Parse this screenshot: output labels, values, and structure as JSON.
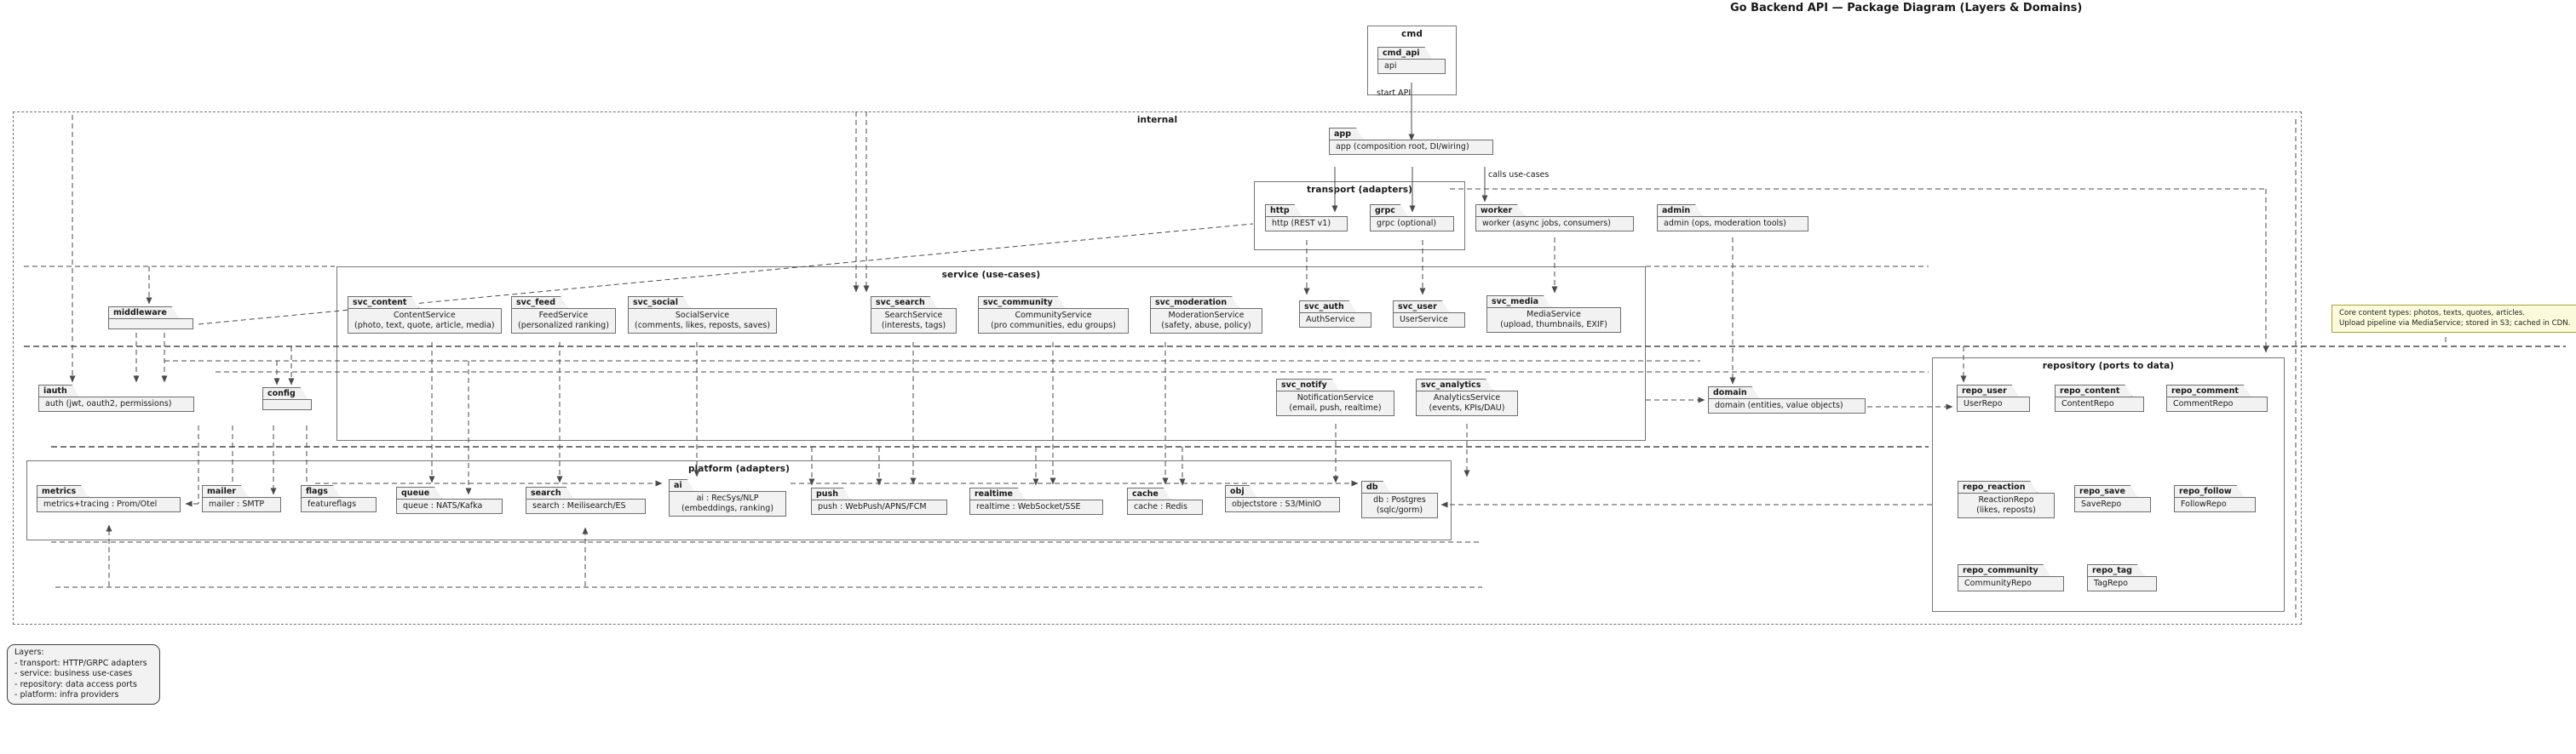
{
  "title": "Go Backend API — Package Diagram (Layers & Domains)",
  "containers": {
    "cmd": "cmd",
    "internal": "internal",
    "transport": "transport (adapters)",
    "service": "service (use-cases)",
    "platform": "platform (adapters)",
    "repository": "repository (ports to data)"
  },
  "edge_labels": {
    "start_api": "start API",
    "calls_use_cases": "calls use-cases"
  },
  "folders": {
    "cmd_api": {
      "tab": "cmd_api",
      "body": "api"
    },
    "app": {
      "tab": "app",
      "body": "app (composition root, DI/wiring)"
    },
    "http": {
      "tab": "http",
      "body": "http (REST v1)"
    },
    "grpc": {
      "tab": "grpc",
      "body": "grpc (optional)"
    },
    "worker": {
      "tab": "worker",
      "body": "worker (async jobs, consumers)"
    },
    "admin": {
      "tab": "admin",
      "body": "admin (ops, moderation tools)"
    },
    "middleware": {
      "tab": "middleware",
      "body": ""
    },
    "iauth": {
      "tab": "iauth",
      "body": "auth (jwt, oauth2, permissions)"
    },
    "config": {
      "tab": "config",
      "body": ""
    },
    "svc_content": {
      "tab": "svc_content",
      "body": "ContentService\n(photo, text, quote, article, media)"
    },
    "svc_feed": {
      "tab": "svc_feed",
      "body": "FeedService\n(personalized ranking)"
    },
    "svc_social": {
      "tab": "svc_social",
      "body": "SocialService\n(comments, likes, reposts, saves)"
    },
    "svc_search": {
      "tab": "svc_search",
      "body": "SearchService\n(interests, tags)"
    },
    "svc_community": {
      "tab": "svc_community",
      "body": "CommunityService\n(pro communities, edu groups)"
    },
    "svc_moderation": {
      "tab": "svc_moderation",
      "body": "ModerationService\n(safety, abuse, policy)"
    },
    "svc_auth": {
      "tab": "svc_auth",
      "body": "AuthService"
    },
    "svc_user": {
      "tab": "svc_user",
      "body": "UserService"
    },
    "svc_media": {
      "tab": "svc_media",
      "body": "MediaService\n(upload, thumbnails, EXIF)"
    },
    "svc_notify": {
      "tab": "svc_notify",
      "body": "NotificationService\n(email, push, realtime)"
    },
    "svc_analytics": {
      "tab": "svc_analytics",
      "body": "AnalyticsService\n(events, KPIs/DAU)"
    },
    "domain": {
      "tab": "domain",
      "body": "domain (entities, value objects)"
    },
    "repo_user": {
      "tab": "repo_user",
      "body": "UserRepo"
    },
    "repo_content": {
      "tab": "repo_content",
      "body": "ContentRepo"
    },
    "repo_comment": {
      "tab": "repo_comment",
      "body": "CommentRepo"
    },
    "repo_reaction": {
      "tab": "repo_reaction",
      "body": "ReactionRepo\n(likes, reposts)"
    },
    "repo_save": {
      "tab": "repo_save",
      "body": "SaveRepo"
    },
    "repo_follow": {
      "tab": "repo_follow",
      "body": "FollowRepo"
    },
    "repo_community": {
      "tab": "repo_community",
      "body": "CommunityRepo"
    },
    "repo_tag": {
      "tab": "repo_tag",
      "body": "TagRepo"
    },
    "metrics": {
      "tab": "metrics",
      "body": "metrics+tracing : Prom/Otel"
    },
    "mailer": {
      "tab": "mailer",
      "body": "mailer : SMTP"
    },
    "flags": {
      "tab": "flags",
      "body": "featureflags"
    },
    "queue": {
      "tab": "queue",
      "body": "queue : NATS/Kafka"
    },
    "search": {
      "tab": "search",
      "body": "search : Meilisearch/ES"
    },
    "ai": {
      "tab": "ai",
      "body": "ai : RecSys/NLP\n(embeddings, ranking)"
    },
    "push": {
      "tab": "push",
      "body": "push : WebPush/APNS/FCM"
    },
    "realtime": {
      "tab": "realtime",
      "body": "realtime : WebSocket/SSE"
    },
    "cache": {
      "tab": "cache",
      "body": "cache : Redis"
    },
    "obj": {
      "tab": "obj",
      "body": "objectstore : S3/MinIO"
    },
    "db": {
      "tab": "db",
      "body": "db : Postgres\n(sqlc/gorm)"
    }
  },
  "notes": {
    "legend": "Layers:\n- transport: HTTP/GRPC adapters\n- service: business use-cases\n- repository: data access ports\n- platform: infra providers",
    "content": "Core content types: photos, texts, quotes, articles.\nUpload pipeline via MediaService; stored in S3; cached in CDN."
  },
  "colors": {
    "box_fill": "#f2f2f2",
    "box_border": "#6d6d6d",
    "line": "#4a4a4a",
    "note_bg": "#fbfbdc",
    "note_border": "#a3a33c"
  }
}
